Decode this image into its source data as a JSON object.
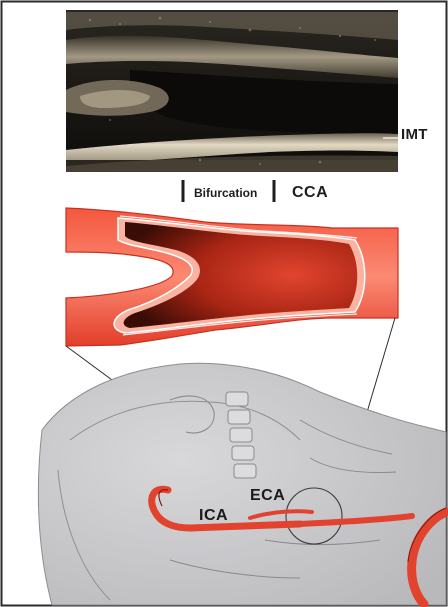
{
  "labels": {
    "imt": "IMT",
    "bifurcation": "Bifurcation",
    "cca": "CCA",
    "ica": "ICA",
    "eca": "ECA"
  },
  "colors": {
    "artery_red": "#e2432f",
    "artery_dark": "#3a0d07",
    "ultrasound_dark": "#111111",
    "ultrasound_light": "#d8cfb8",
    "anatomy_gray": "#c9c9cb",
    "line_dark": "#3c3c3c"
  },
  "icons": [
    "ultrasound-image",
    "artery-bifurcation-diagram",
    "head-neck-anatomy-illustration"
  ]
}
